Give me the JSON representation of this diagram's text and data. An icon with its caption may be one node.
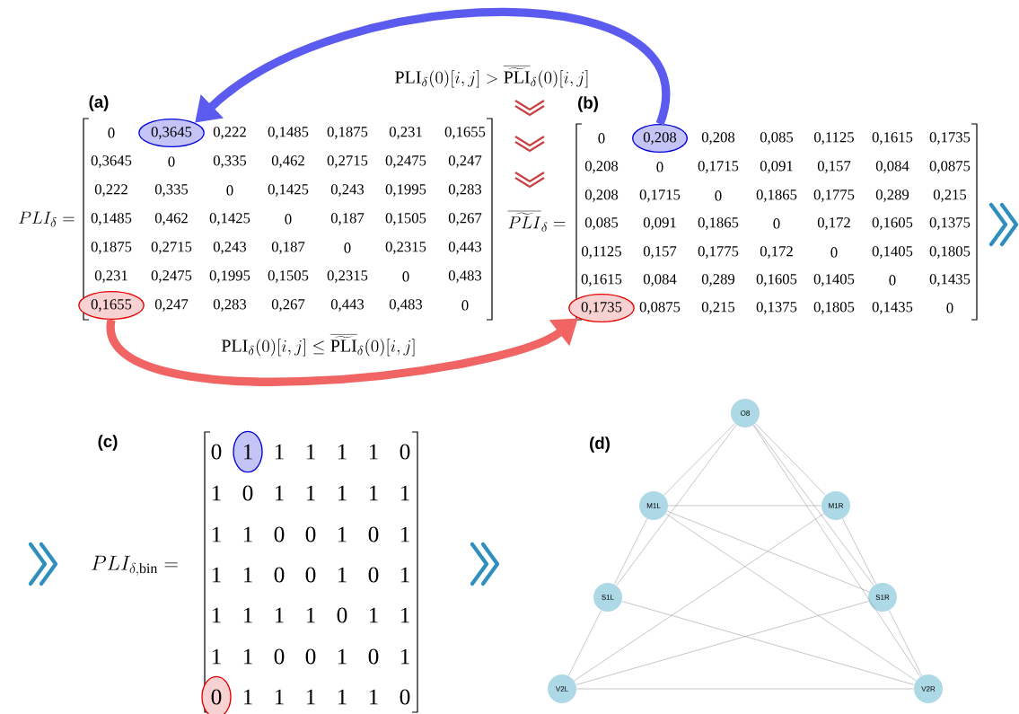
{
  "diagram": {
    "nodes": [
      {
        "text": [
          "0,3645"
        ]
      },
      {
        "text": [
          "0,1655"
        ]
      },
      {
        "text": [
          "0,208"
        ]
      },
      {
        "text": [
          "0,1735"
        ]
      },
      {
        "text": [
          "1"
        ]
      },
      {
        "text": [
          "0"
        ]
      },
      {
        "text": [
          "O8"
        ]
      },
      {
        "text": [
          "M1L"
        ]
      },
      {
        "text": [
          "M1R"
        ]
      },
      {
        "text": [
          "S1L"
        ]
      },
      {
        "text": [
          "S1R"
        ]
      },
      {
        "text": [
          "V2L"
        ]
      },
      {
        "text": [
          "V2R"
        ]
      }
    ],
    "edges": [
      {
        "from": 2,
        "to": 0,
        "arrow": "to",
        "style": "thick",
        "color": "#5b5bf0",
        "label": "\\mathrm{PLI}_{\\delta}(0)[i,j] > \\overline{\\widetilde{\\mathrm{PLI}}}_{\\delta}(0)[i,j]"
      },
      {
        "from": 1,
        "to": 3,
        "arrow": "to",
        "style": "thick",
        "color": "#f06464",
        "label": "\\mathrm{PLI}_{\\delta}(0)[i,j] \\leq \\overline{\\widetilde{\\mathrm{PLI}}}_{\\delta}(0)[i,j]"
      },
      {
        "from": 6,
        "to": 7,
        "arrow": "none"
      },
      {
        "from": 6,
        "to": 9,
        "arrow": "none"
      },
      {
        "from": 6,
        "to": 8,
        "arrow": "none"
      },
      {
        "from": 6,
        "to": 10,
        "arrow": "none"
      },
      {
        "from": 6,
        "to": 12,
        "arrow": "none"
      },
      {
        "from": 7,
        "to": 8,
        "arrow": "none"
      },
      {
        "from": 7,
        "to": 9,
        "arrow": "none"
      },
      {
        "from": 7,
        "to": 10,
        "arrow": "none"
      },
      {
        "from": 7,
        "to": 12,
        "arrow": "none"
      },
      {
        "from": 8,
        "to": 11,
        "arrow": "none"
      },
      {
        "from": 8,
        "to": 10,
        "arrow": "none"
      },
      {
        "from": 9,
        "to": 11,
        "arrow": "none"
      },
      {
        "from": 9,
        "to": 12,
        "arrow": "none"
      },
      {
        "from": 10,
        "to": 11,
        "arrow": "none"
      },
      {
        "from": 10,
        "to": 12,
        "arrow": "none"
      },
      {
        "from": 11,
        "to": 12,
        "arrow": "none"
      }
    ],
    "labels": [
      "(a)",
      "(b)",
      "(c)",
      "(d)",
      "PLI_{\\delta} =",
      "\\overline{\\widetilde{PLI}}_{\\delta} =",
      "PLI_{\\delta,\\mathrm{bin}} =",
      "0",
      "0,222",
      "0,1485",
      "0,1875",
      "0,231",
      "0,1655",
      "0,3645",
      "0",
      "0,335",
      "0,462",
      "0,2715",
      "0,2475",
      "0,247",
      "0,222",
      "0,335",
      "0",
      "0,1425",
      "0,243",
      "0,1995",
      "0,283",
      "0,1485",
      "0,462",
      "0,1425",
      "0",
      "0,187",
      "0,1505",
      "0,267",
      "0,1875",
      "0,2715",
      "0,243",
      "0,187",
      "0",
      "0,2315",
      "0,443",
      "0,231",
      "0,2475",
      "0,1995",
      "0,1505",
      "0,2315",
      "0",
      "0,483",
      "0,247",
      "0,283",
      "0,267",
      "0,443",
      "0,483",
      "0",
      "0",
      "0,208",
      "0,085",
      "0,1125",
      "0,1615",
      "0,1735",
      "0,208",
      "0",
      "0,1715",
      "0,091",
      "0,157",
      "0,084",
      "0,0875",
      "0,208",
      "0,1715",
      "0",
      "0,1865",
      "0,1775",
      "0,289",
      "0,215",
      "0,085",
      "0,091",
      "0,1865",
      "0",
      "0,172",
      "0,1605",
      "0,1375",
      "0,1125",
      "0,157",
      "0,1775",
      "0,172",
      "0",
      "0,1405",
      "0,1805",
      "0,1615",
      "0,084",
      "0,289",
      "0,1605",
      "0,1405",
      "0",
      "0,1435",
      "0,0875",
      "0,215",
      "0,1375",
      "0,1805",
      "0,1435",
      "0",
      "0",
      "1",
      "1",
      "1",
      "1",
      "0",
      "1",
      "0",
      "1",
      "1",
      "1",
      "1",
      "1",
      "1",
      "1",
      "0",
      "0",
      "1",
      "0",
      "1",
      "1",
      "1",
      "0",
      "0",
      "1",
      "0",
      "1",
      "1",
      "1",
      "1",
      "1",
      "0",
      "1",
      "1",
      "1",
      "1",
      "0",
      "0",
      "1",
      "0",
      "1",
      "1",
      "1",
      "1",
      "1",
      "1",
      "0"
    ]
  }
}
